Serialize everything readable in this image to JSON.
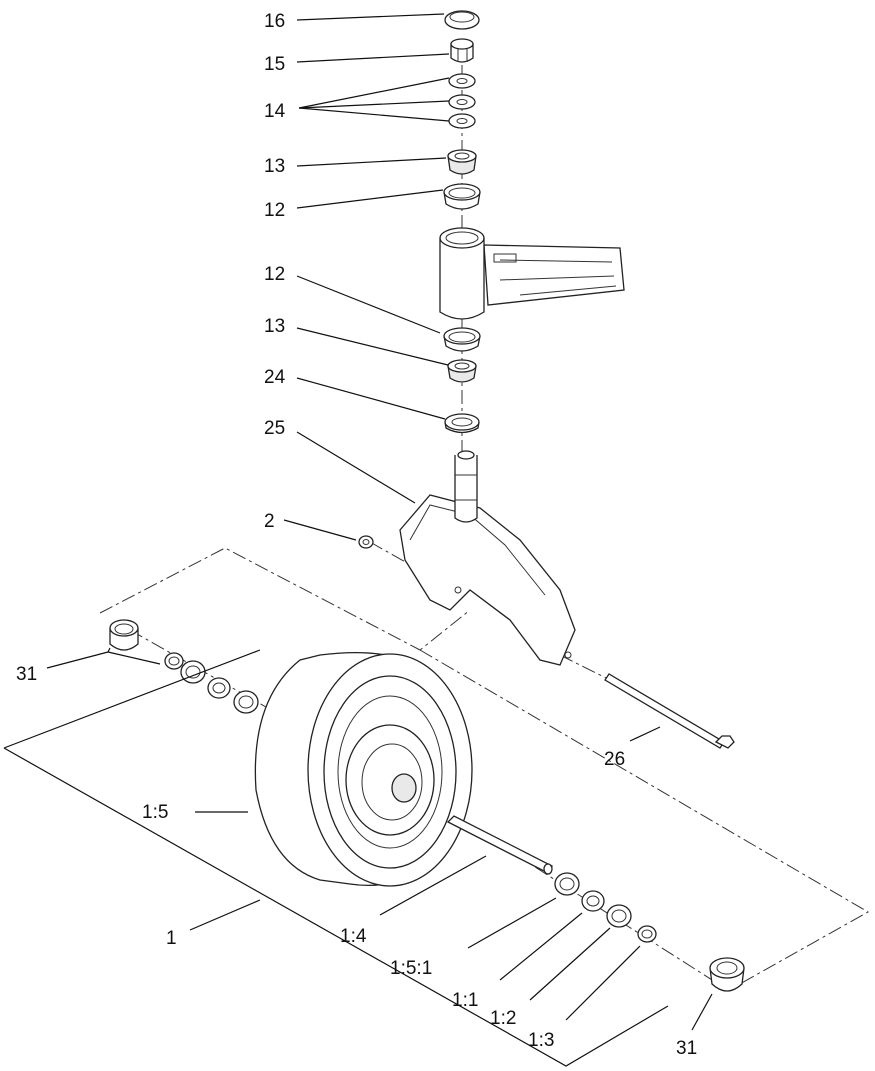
{
  "labels": {
    "l16": "16",
    "l15": "15",
    "l14": "14",
    "l13a": "13",
    "l12a": "12",
    "l12b": "12",
    "l13b": "13",
    "l24": "24",
    "l25": "25",
    "l2": "2",
    "l31a": "31",
    "l26": "26",
    "l1_5": "1:5",
    "l1": "1",
    "l1_4": "1:4",
    "l1_5_1": "1:5:1",
    "l1_1": "1:1",
    "l1_2": "1:2",
    "l1_3": "1:3",
    "l31b": "31"
  }
}
